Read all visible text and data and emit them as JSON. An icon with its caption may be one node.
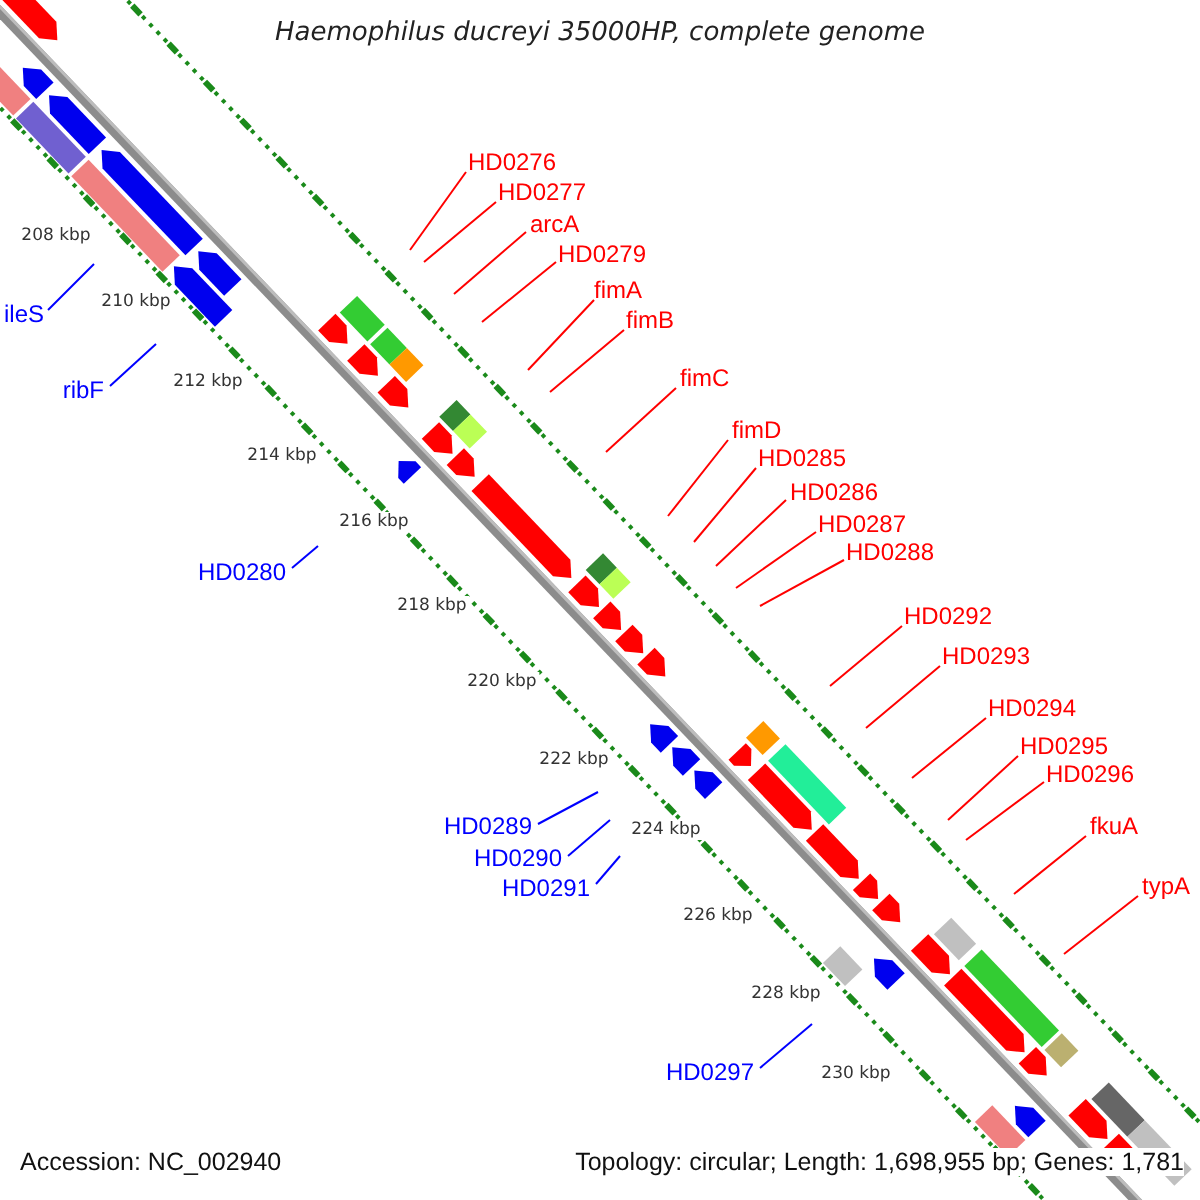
{
  "diagram": {
    "title": "Haemophilus ducreyi 35000HP, complete genome",
    "nodes": [
      {
        "text": [
          "HD0276"
        ]
      },
      {
        "text": [
          "HD0277"
        ]
      },
      {
        "text": [
          "arcA"
        ]
      },
      {
        "text": [
          "HD0279"
        ]
      },
      {
        "text": [
          "fimA"
        ]
      },
      {
        "text": [
          "ileS"
        ]
      },
      {
        "text": [
          "fimB"
        ]
      },
      {
        "text": [
          "fimC"
        ]
      },
      {
        "text": [
          "ribF"
        ]
      },
      {
        "text": [
          "fimD"
        ]
      },
      {
        "text": [
          "HD0285"
        ]
      },
      {
        "text": [
          "HD0286"
        ]
      },
      {
        "text": [
          "HD0287"
        ]
      },
      {
        "text": [
          "HD0288"
        ]
      },
      {
        "text": [
          "HD0280"
        ]
      },
      {
        "text": [
          "HD0292"
        ]
      },
      {
        "text": [
          "HD0293"
        ]
      },
      {
        "text": [
          "HD0294"
        ]
      },
      {
        "text": [
          "HD0295"
        ]
      },
      {
        "text": [
          "HD0296"
        ]
      },
      {
        "text": [
          "HD0289"
        ]
      },
      {
        "text": [
          "fkuA"
        ]
      },
      {
        "text": [
          "HD0290"
        ]
      },
      {
        "text": [
          "typA"
        ]
      },
      {
        "text": [
          "HD0291"
        ]
      },
      {
        "text": [
          "HD0297"
        ]
      }
    ],
    "edges": [
      {
        "from": 0,
        "to": null,
        "arrow": "none"
      },
      {
        "from": 1,
        "to": null,
        "arrow": "none"
      },
      {
        "from": 2,
        "to": null,
        "arrow": "none"
      },
      {
        "from": 3,
        "to": null,
        "arrow": "none"
      },
      {
        "from": 4,
        "to": null,
        "arrow": "none"
      },
      {
        "from": 5,
        "to": null,
        "arrow": "none",
        "color": "#0000ff"
      },
      {
        "from": 6,
        "to": null,
        "arrow": "none"
      },
      {
        "from": 7,
        "to": null,
        "arrow": "none"
      },
      {
        "from": 8,
        "to": null,
        "arrow": "none",
        "color": "#0000ff"
      },
      {
        "from": 9,
        "to": null,
        "arrow": "none"
      },
      {
        "from": 10,
        "to": null,
        "arrow": "none"
      },
      {
        "from": 11,
        "to": null,
        "arrow": "none"
      },
      {
        "from": 12,
        "to": null,
        "arrow": "none"
      },
      {
        "from": 13,
        "to": null,
        "arrow": "none"
      },
      {
        "from": 14,
        "to": null,
        "arrow": "none",
        "color": "#0000ff"
      },
      {
        "from": 15,
        "to": null,
        "arrow": "none"
      },
      {
        "from": 16,
        "to": null,
        "arrow": "none"
      },
      {
        "from": 17,
        "to": null,
        "arrow": "none"
      },
      {
        "from": 18,
        "to": null,
        "arrow": "none"
      },
      {
        "from": 19,
        "to": null,
        "arrow": "none"
      },
      {
        "from": 20,
        "to": null,
        "arrow": "none",
        "color": "#0000ff"
      },
      {
        "from": 21,
        "to": null,
        "arrow": "none"
      },
      {
        "from": 22,
        "to": null,
        "arrow": "none",
        "color": "#0000ff"
      },
      {
        "from": 23,
        "to": null,
        "arrow": "none"
      },
      {
        "from": 24,
        "to": null,
        "arrow": "none",
        "color": "#0000ff"
      },
      {
        "from": 25,
        "to": null,
        "arrow": "none",
        "color": "#0000ff"
      }
    ],
    "labels": [
      "208 kbp",
      "210 kbp",
      "212 kbp",
      "214 kbp",
      "216 kbp",
      "218 kbp",
      "220 kbp",
      "222 kbp",
      "224 kbp",
      "226 kbp",
      "228 kbp",
      "230 kbp",
      "Accession: NC_002940",
      "Topology: circular; Length: 1,698,955 bp; Genes: 1,781"
    ]
  }
}
